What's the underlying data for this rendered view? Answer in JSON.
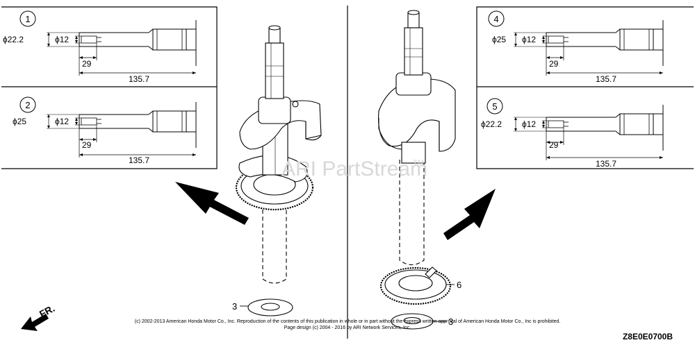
{
  "diagram": {
    "variants": [
      {
        "id": "1",
        "outer_dia": "ϕ22.2",
        "inner_dia": "ϕ12",
        "short_len": "29",
        "total_len": "135.7"
      },
      {
        "id": "2",
        "outer_dia": "ϕ25",
        "inner_dia": "ϕ12",
        "short_len": "29",
        "total_len": "135.7"
      },
      {
        "id": "4",
        "outer_dia": "ϕ25",
        "inner_dia": "ϕ12",
        "short_len": "29",
        "total_len": "135.7"
      },
      {
        "id": "5",
        "outer_dia": "ϕ22.2",
        "inner_dia": "ϕ12",
        "short_len": "29",
        "total_len": "135.7"
      }
    ],
    "callouts": {
      "washer_left": "3",
      "gear_right": "6",
      "washer_right": "3"
    },
    "direction_label": "FR.",
    "watermark": "ARI PartStream",
    "watermark_tm": "TM",
    "diagram_code": "Z8E0E0700B",
    "copyright_line1": "(c) 2002-2013 American Honda Motor Co., Inc. Reproduction of the contents of this publication in whole or in part without the express written approval of American Honda Motor Co., Inc is prohibited.",
    "copyright_line2": "Page design (c) 2004 - 2016 by ARI Network Services, Inc."
  }
}
